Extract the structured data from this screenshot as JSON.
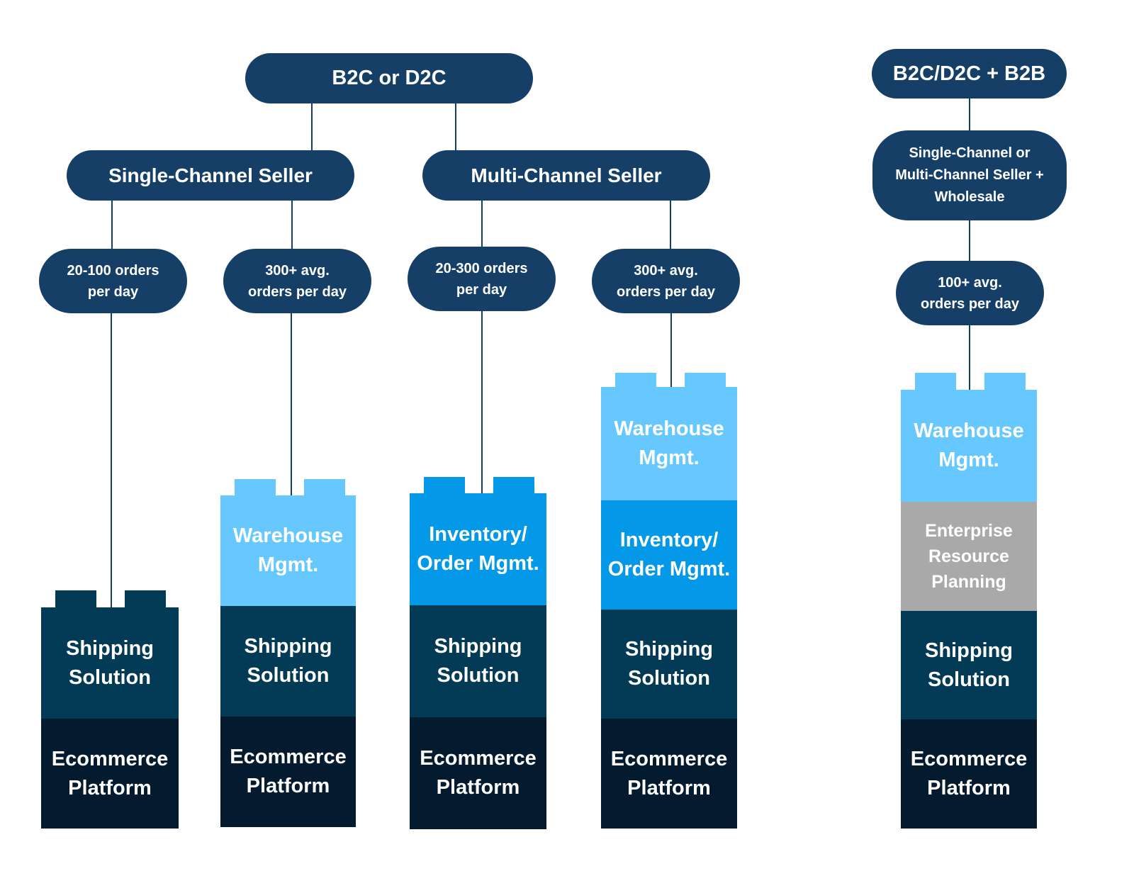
{
  "diagram": {
    "roots": [
      {
        "label": "B2C or D2C"
      },
      {
        "label": "B2C/D2C + B2B"
      }
    ],
    "sellers": [
      {
        "label": "Single-Channel Seller"
      },
      {
        "label": "Multi-Channel Seller"
      },
      {
        "label": "Single-Channel or Multi-Channel Seller + Wholesale"
      }
    ],
    "volumes": [
      {
        "label": "20-100 orders per day"
      },
      {
        "label": "300+ avg. orders per day"
      },
      {
        "label": "20-300 orders per day"
      },
      {
        "label": "300+ avg. orders per day"
      },
      {
        "label": "100+ avg. orders per day"
      }
    ],
    "stacks": [
      {
        "blocks": [
          "Shipping Solution",
          "Ecommerce Platform"
        ]
      },
      {
        "blocks": [
          "Warehouse Mgmt.",
          "Shipping Solution",
          "Ecommerce Platform"
        ]
      },
      {
        "blocks": [
          "Inventory/ Order Mgmt.",
          "Shipping Solution",
          "Ecommerce Platform"
        ]
      },
      {
        "blocks": [
          "Warehouse Mgmt.",
          "Inventory/ Order Mgmt.",
          "Shipping Solution",
          "Ecommerce Platform"
        ]
      },
      {
        "blocks": [
          "Warehouse Mgmt.",
          "Enterprise Resource Planning",
          "Shipping Solution",
          "Ecommerce Platform"
        ]
      }
    ]
  }
}
